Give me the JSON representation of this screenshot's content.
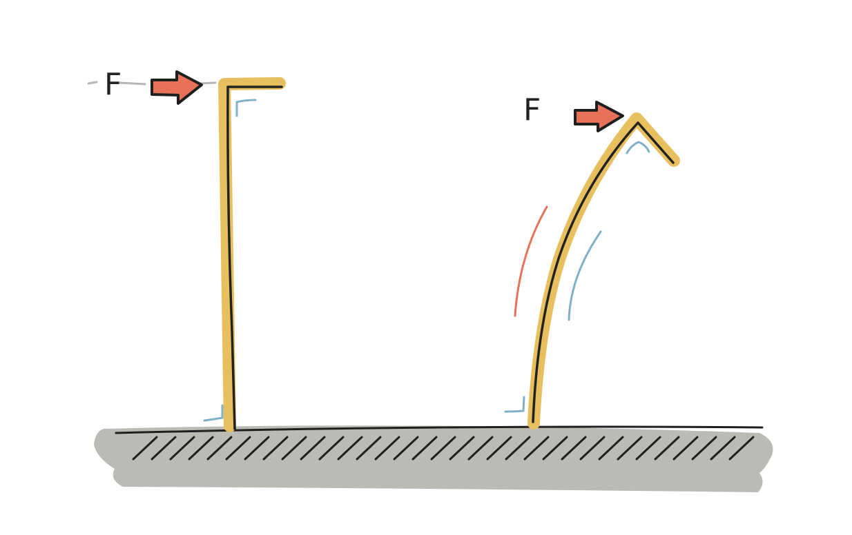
{
  "labels": {
    "force_left": "F",
    "force_right": "F"
  },
  "colors": {
    "ground_fill": "#bcbab4",
    "ground_line": "#1f1f1f",
    "hatch": "#1f1f1f",
    "beam_highlight": "#e8bf5e",
    "beam_line": "#222222",
    "force_arrow": "#e8715a",
    "right_angle_marks": "#7fb0c8",
    "bend_indicator_left": "#e8715a",
    "bend_indicator_right": "#7fb0c8",
    "dashed_guide": "#b5b5b5"
  },
  "icons": {
    "arrow": "force-arrow",
    "right_angle": "right-angle-marker"
  }
}
